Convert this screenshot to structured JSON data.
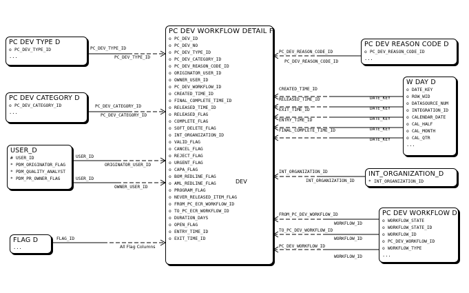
{
  "entities": {
    "main": {
      "title": "PC DEV WORKFLOW DETAIL F",
      "attributes": [
        "PC_DEV_ID",
        "PC_DEV_NO",
        "PC_DEV_TYPE_ID",
        "PC_DEV_CATEGORY_ID",
        "PC_DEV_REASON_CODE_ID",
        "ORIGINATOR_USER_ID",
        "OWNER_USER_ID",
        "PC_DEV_WORKFLOW_ID",
        "CREATED_TIME_ID",
        "FINAL_COMPLETE_TIME_ID",
        "RELEASED_TIME_ID",
        "RELEASED_FLAG",
        "COMPLETE_FLAG",
        "SOFT_DELETE_FLAG",
        "INT_ORGANIZATION_ID",
        "VALID_FLAG",
        "CANCEL_FLAG",
        "REJECT_FLAG",
        "URGENT_FLAG",
        "CAPA_FLAG",
        "BOM_REDLINE_FLAG",
        "AML_REDLINE_FLAG",
        "PROGRAM_FLAG",
        "NEVER_RELEASED_ITEM_FLAG",
        "FROM_PC_ECR_WORKFLOW_ID",
        "TO_PC_ECR_WORKFLOW_ID",
        "DURATION_DAYS",
        "OPEN_FLAG",
        "ENTRY_TIME_ID",
        "EXIT_TIME_ID"
      ],
      "marker": "o",
      "dev_label": "DEV"
    },
    "pc_dev_type": {
      "title": "PC DEV TYPE D",
      "attributes": [
        "PC_DEV_TYPE_ID"
      ],
      "marker": "o",
      "ellipsis": "..."
    },
    "pc_dev_category": {
      "title": "PC DEV CATEGORY D",
      "attributes": [
        "PC_DEV_CATEGORY_ID"
      ],
      "marker": "o",
      "ellipsis": "..."
    },
    "user": {
      "title": "USER_D",
      "attributes": [
        {
          "mk": "#",
          "name": "USER_ID"
        },
        {
          "mk": "*",
          "name": "PDM_ORIGINATOR_FLAG"
        },
        {
          "mk": "*",
          "name": "PDM_QUALITY_ANALYST"
        },
        {
          "mk": "*",
          "name": "PDM_PR_OWNER_FLAG"
        }
      ]
    },
    "flag": {
      "title": "FLAG D",
      "ellipsis": "..."
    },
    "reason_code": {
      "title": "PC DEV REASON CODE D",
      "attributes": [
        "PC_DEV_REASON_CODE_ID"
      ],
      "marker": "o",
      "ellipsis": "..."
    },
    "w_day": {
      "title": "W DAY D",
      "attributes": [
        "DATE_KEY",
        "ROW_WID",
        "DATASOURCE_NUM",
        "INTEGRATION_ID",
        "CALENDAR_DATE",
        "CAL_HALF",
        "CAL_MONTH",
        "CAL_QTR"
      ],
      "marker": "o",
      "ellipsis": "..."
    },
    "int_org": {
      "title": "INT_ORGANIZATION_D",
      "attributes": [
        "INT_ORGANIZATION_ID"
      ],
      "marker": "*"
    },
    "dev_workflow": {
      "title": "PC DEV WORKFLOW D",
      "attributes": [
        "WORKFLOW_STATE",
        "WORKFLOW_STATE_ID",
        "WORKFLOW_ID",
        "PC_DEV_WORKFLOW_ID",
        "WORKFLOW_TYPE"
      ],
      "marker": "o",
      "ellipsis": "..."
    }
  },
  "labels": {
    "type_top": "PC_DEV_TYPE_ID",
    "type_bot": "PC_DEV_TYPE_ID",
    "cat_top": "PC_DEV_CATEGORY_ID",
    "cat_bot": "PC_DEV_CATEGORY_ID",
    "user_a_top": "USER_ID",
    "user_a_bot": "ORIGINATOR_USER_ID",
    "user_b_top": "USER_ID",
    "user_b_bot": "OWNER_USER_ID",
    "flag_top": "FLAG_ID",
    "flag_bot": "All Flag Columns",
    "reason_top": "PC_DEV_REASON_CODE_ID",
    "reason_bot": "PC_DEV_REASON_CODE_ID",
    "day_1": "CREATED_TIME_ID",
    "day_2": "RELEASED_TIME_ID",
    "day_3": "EXIT_TIME_ID",
    "day_4": "ENTRY_TIME_ID",
    "day_5": "FINAL_COMPLETE_TIME_ID",
    "dk_1": "DATE_KEY",
    "dk_2": "DATE_KEY",
    "dk_3": "DATE_KEY",
    "dk_4": "DATE_KEY",
    "dk_5": "DATE_KEY",
    "org_top": "INT_ORGANIZATION_ID",
    "org_bot": "INT_ORGANIZATION_ID",
    "wf_1": "FROM_PC_DEV_WORKFLOW_ID",
    "wf_1b": "WORKFLOW_ID",
    "wf_2": "TO_PC_DEV_WORKFLOW_ID",
    "wf_2b": "WORKFLOW_ID",
    "wf_3": "PC_DEV_WORKFLOW_ID",
    "wf_3b": "WORKFLOW_ID"
  }
}
